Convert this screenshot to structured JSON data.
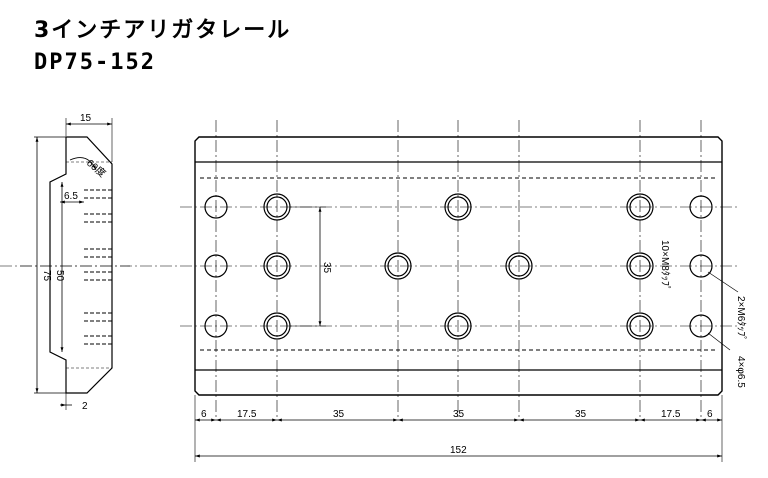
{
  "title": {
    "main": "3インチアリガタレール",
    "model": "DP75-152"
  },
  "drawing": {
    "dims": {
      "top_width": "15",
      "angle": "60度",
      "depth": "6.5",
      "height_outer": "75",
      "height_inner": "50",
      "bottom": "2",
      "hole_pitch_v": "35",
      "seg_1": "6",
      "seg_2": "17.5",
      "seg_3": "35",
      "seg_4": "35",
      "seg_5": "35",
      "seg_6": "17.5",
      "seg_7": "6",
      "total_length": "152"
    },
    "callouts": {
      "tapped": "10×M8ﾀｯﾌﾟ",
      "tapped_end": "2×M6ﾀｯﾌﾟ",
      "through": "4×φ6.5"
    }
  }
}
